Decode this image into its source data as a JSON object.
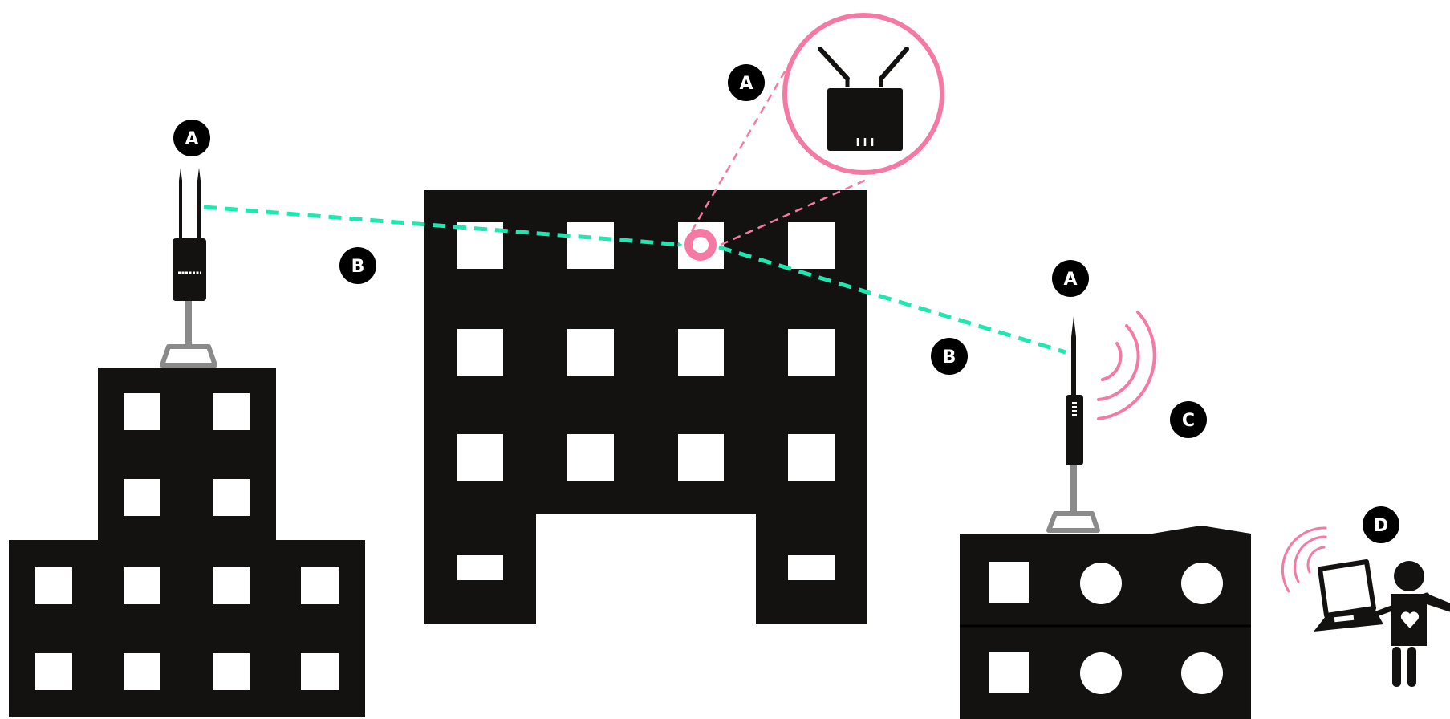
{
  "labels": {
    "a_left": "A",
    "a_router": "A",
    "a_right": "A",
    "b_left": "B",
    "b_right": "B",
    "c": "C",
    "d": "D"
  },
  "colors": {
    "building": "#131211",
    "window": "#ffffff",
    "mast": "#8a8a8a",
    "link": "#1ee8b0",
    "signal": "#f57aa3",
    "badge": "#000000",
    "badge_text": "#ffffff"
  },
  "icons": {
    "router": "router-icon",
    "access_point": "access-point-icon",
    "omni_antenna": "omni-antenna-icon",
    "laptop": "laptop-icon",
    "person": "person-icon",
    "heart": "heart-icon"
  }
}
